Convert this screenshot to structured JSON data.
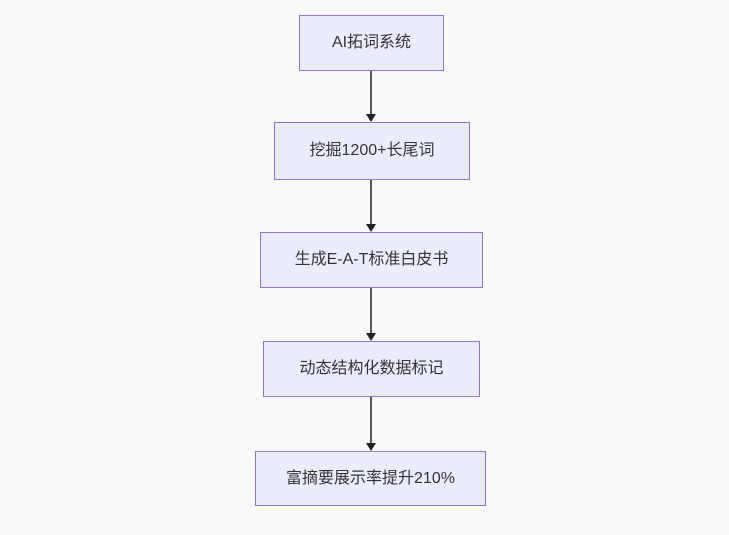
{
  "diagram": {
    "type": "flowchart",
    "direction": "top-down",
    "nodes": [
      {
        "id": "n1",
        "label": "AI拓词系统"
      },
      {
        "id": "n2",
        "label": "挖掘1200+长尾词"
      },
      {
        "id": "n3",
        "label": "生成E-A-T标准白皮书"
      },
      {
        "id": "n4",
        "label": "动态结构化数据标记"
      },
      {
        "id": "n5",
        "label": "富摘要展示率提升210%"
      }
    ],
    "edges": [
      {
        "from": "n1",
        "to": "n2"
      },
      {
        "from": "n2",
        "to": "n3"
      },
      {
        "from": "n3",
        "to": "n4"
      },
      {
        "from": "n4",
        "to": "n5"
      }
    ],
    "colors": {
      "background": "#fafafa",
      "node_fill": "#ECECFF",
      "node_border": "#9370DB",
      "node_text": "#333333",
      "arrow_line": "#555555",
      "arrow_head": "#222222"
    }
  }
}
